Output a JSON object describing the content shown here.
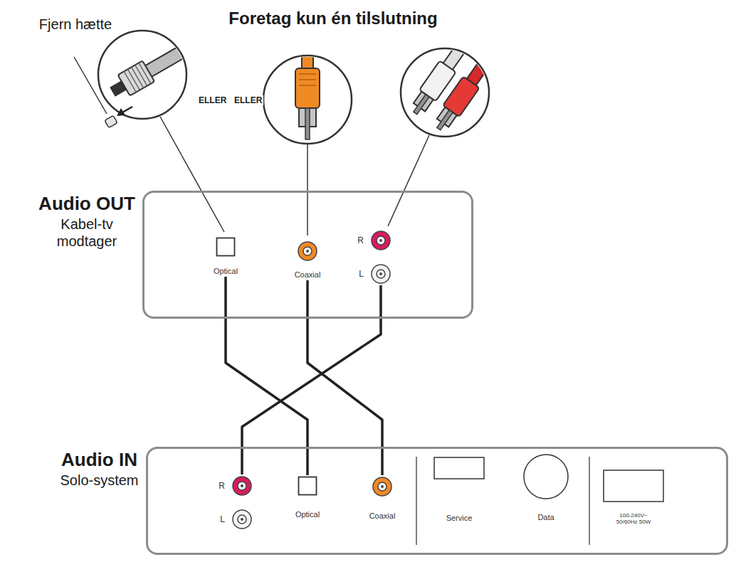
{
  "diagram": {
    "title": "Foretag kun én tilslutning",
    "nodes": [
      {
        "text": [
          "Audio OUT",
          "Kabel-tv modtager"
        ]
      },
      {
        "text": [
          "Optical"
        ],
        "in": 0
      },
      {
        "text": [
          "Coaxial"
        ],
        "in": 0
      },
      {
        "text": [
          "R",
          "L"
        ],
        "in": 0
      },
      {
        "text": [
          "Audio IN",
          "Solo-system"
        ]
      },
      {
        "text": [
          "R",
          "L"
        ],
        "in": 4
      },
      {
        "text": [
          "Optical"
        ],
        "in": 4
      },
      {
        "text": [
          "Coaxial"
        ],
        "in": 4
      },
      {
        "text": [
          "Service"
        ],
        "in": 4
      },
      {
        "text": [
          "Data"
        ],
        "in": 4
      },
      {
        "text": [
          "100-240V~ 50/60Hz 50W"
        ],
        "in": 4
      }
    ],
    "edges": [
      {
        "from": 1,
        "to": 6,
        "arrow": "none"
      },
      {
        "from": 2,
        "to": 7,
        "arrow": "none"
      },
      {
        "from": 3,
        "to": 5,
        "arrow": "none"
      }
    ],
    "labels": [
      "Fjern hætte",
      "ELLER",
      "ELLER"
    ]
  }
}
